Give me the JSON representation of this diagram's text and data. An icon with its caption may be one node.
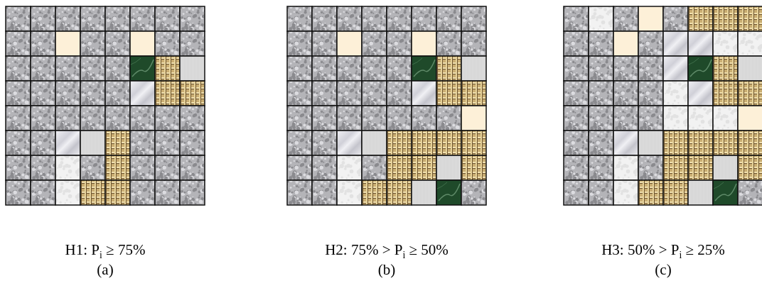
{
  "diagram": {
    "nodes": [
      {
        "text": [],
        "shape": "picture",
        "beside": [
          "H1:  P$_{i}$ ≥ 75%",
          "(a)"
        ]
      },
      {
        "text": [],
        "shape": "picture",
        "beside": [
          "H2: 75% > P$_{i}$ ≥ 50%",
          "(b)"
        ]
      },
      {
        "text": [],
        "shape": "picture",
        "beside": [
          "H3: 50% > P$_{i}$ ≥ 25%",
          "(c)"
        ]
      }
    ]
  }
}
